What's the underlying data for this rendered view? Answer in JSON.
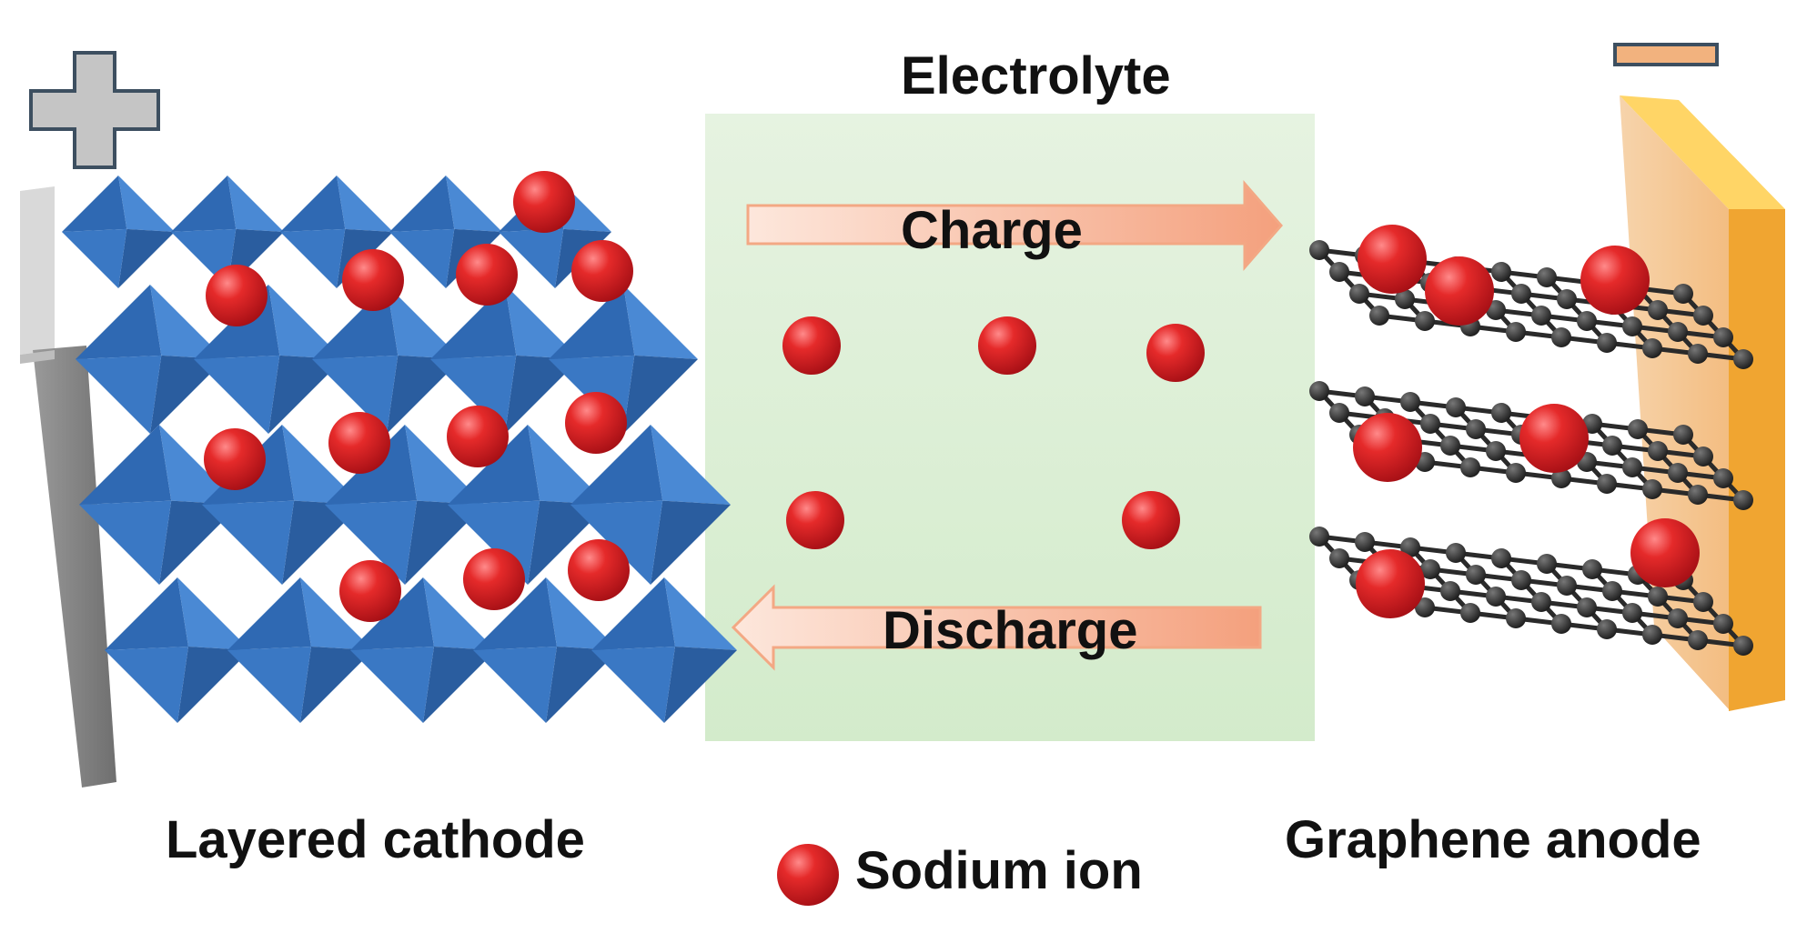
{
  "electrolyte": {
    "title": "Electrolyte"
  },
  "process": {
    "charge": "Charge",
    "discharge": "Discharge"
  },
  "cathode": {
    "label": "Layered cathode",
    "terminal_sign": "+"
  },
  "anode": {
    "label": "Graphene anode",
    "terminal_sign": "−"
  },
  "legend": {
    "sodium_ion": "Sodium ion"
  },
  "colors": {
    "octahedron": "#3a78c4",
    "sodium_ion": "#e0202a",
    "carbon_atom": "#2e2e2e",
    "electrolyte_bg": "#dcefd6",
    "arrow_fill": "#f7b9a0",
    "anode_plate": "#f2a63a",
    "cathode_plate": "#8a8a8a"
  }
}
